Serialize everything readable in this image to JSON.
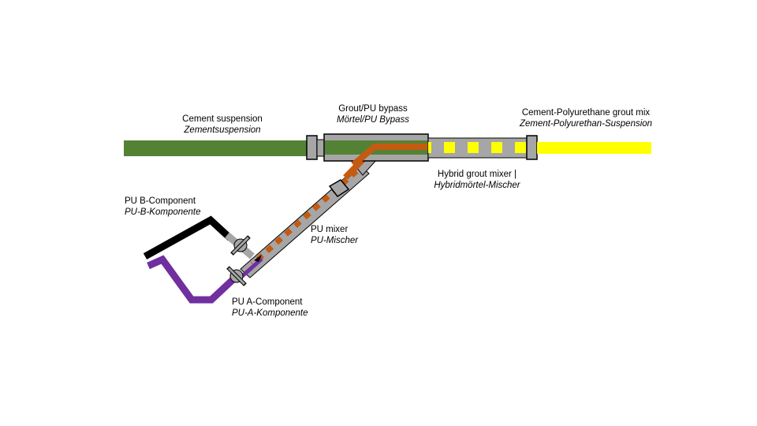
{
  "colors": {
    "cement": "#548235",
    "polyurethane": "#C55A11",
    "mix": "#FFFF00",
    "component_a": "#7030A0",
    "component_b": "#000000",
    "fitting": "#A6A6A6",
    "outline": "#000000",
    "background": "#FFFFFF"
  },
  "labels": {
    "cement_suspension": {
      "en": "Cement suspension",
      "de": "Zementsuspension"
    },
    "bypass": {
      "en": "Grout/PU bypass",
      "de": "Mörtel/PU Bypass"
    },
    "grout_mix": {
      "en": "Cement-Polyurethane grout mix",
      "de": "Zement-Polyurethan-Suspension"
    },
    "hybrid_mixer": {
      "en": "Hybrid grout mixer |",
      "de": "Hybridmörtel-Mischer"
    },
    "pu_b": {
      "en": "PU B-Component",
      "de": "PU-B-Komponente"
    },
    "pu_mixer": {
      "en": "PU mixer",
      "de": "PU-Mischer"
    },
    "pu_a": {
      "en": "PU A-Component",
      "de": "PU-A-Komponente"
    }
  }
}
